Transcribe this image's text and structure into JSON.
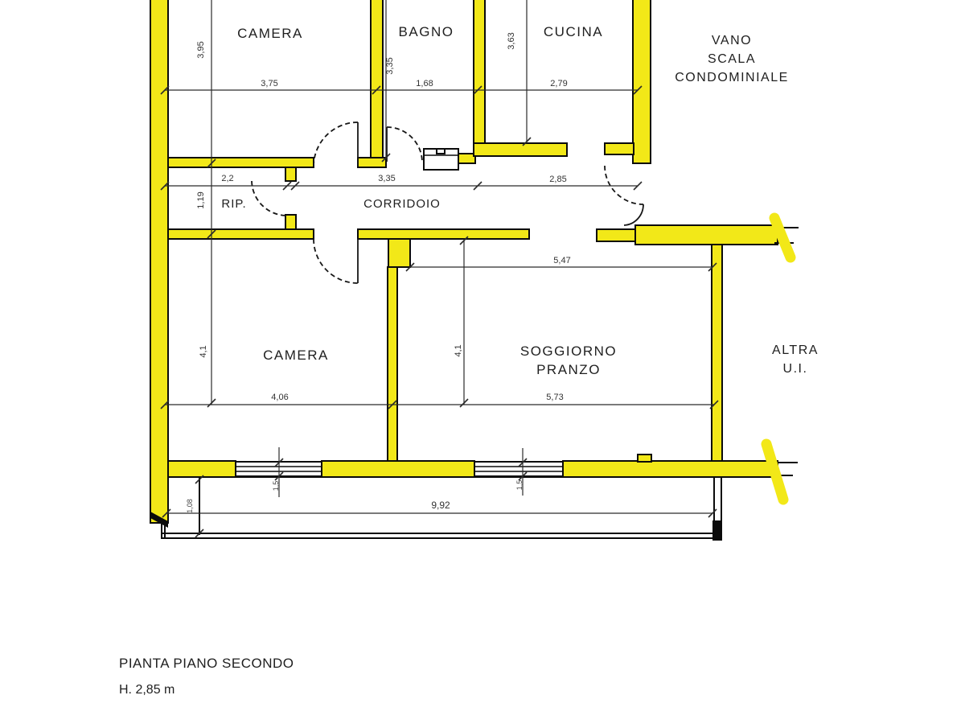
{
  "plan": {
    "colors": {
      "wall": "#F2E818"
    },
    "rooms": {
      "camera_top": "CAMERA",
      "bagno": "BAGNO",
      "cucina": "CUCINA",
      "rip": "RIP.",
      "corridoio": "CORRIDOIO",
      "camera_bottom": "CAMERA",
      "soggiorno_line1": "SOGGIORNO",
      "soggiorno_line2": "PRANZO"
    },
    "adjacent_areas": {
      "vano_line1": "VANO",
      "vano_line2": "SCALA",
      "vano_line3": "CONDOMINIALE",
      "altra_line1": "ALTRA",
      "altra_line2": "U.I."
    },
    "dimensions": {
      "camera_top_h": "3,95",
      "camera_top_w": "3,75",
      "bagno_h": "3,35",
      "bagno_w": "1,68",
      "cucina_h": "3,63",
      "cucina_w": "2,79",
      "rip_w": "2,2",
      "rip_h": "1,19",
      "corridoio_w": "3,35",
      "ingresso_w": "2,85",
      "camera_bottom_h": "4,1",
      "camera_bottom_w": "4,06",
      "soggiorno_h": "4,1",
      "soggiorno_w_top": "5,47",
      "soggiorno_w": "5,73",
      "window_camera": "1,5",
      "window_soggiorno": "1,5",
      "balcone_depth": "1,08",
      "balcone_width": "9,92"
    },
    "footer": {
      "title": "PIANTA PIANO SECONDO",
      "height_note": "H. 2,85 m"
    }
  }
}
